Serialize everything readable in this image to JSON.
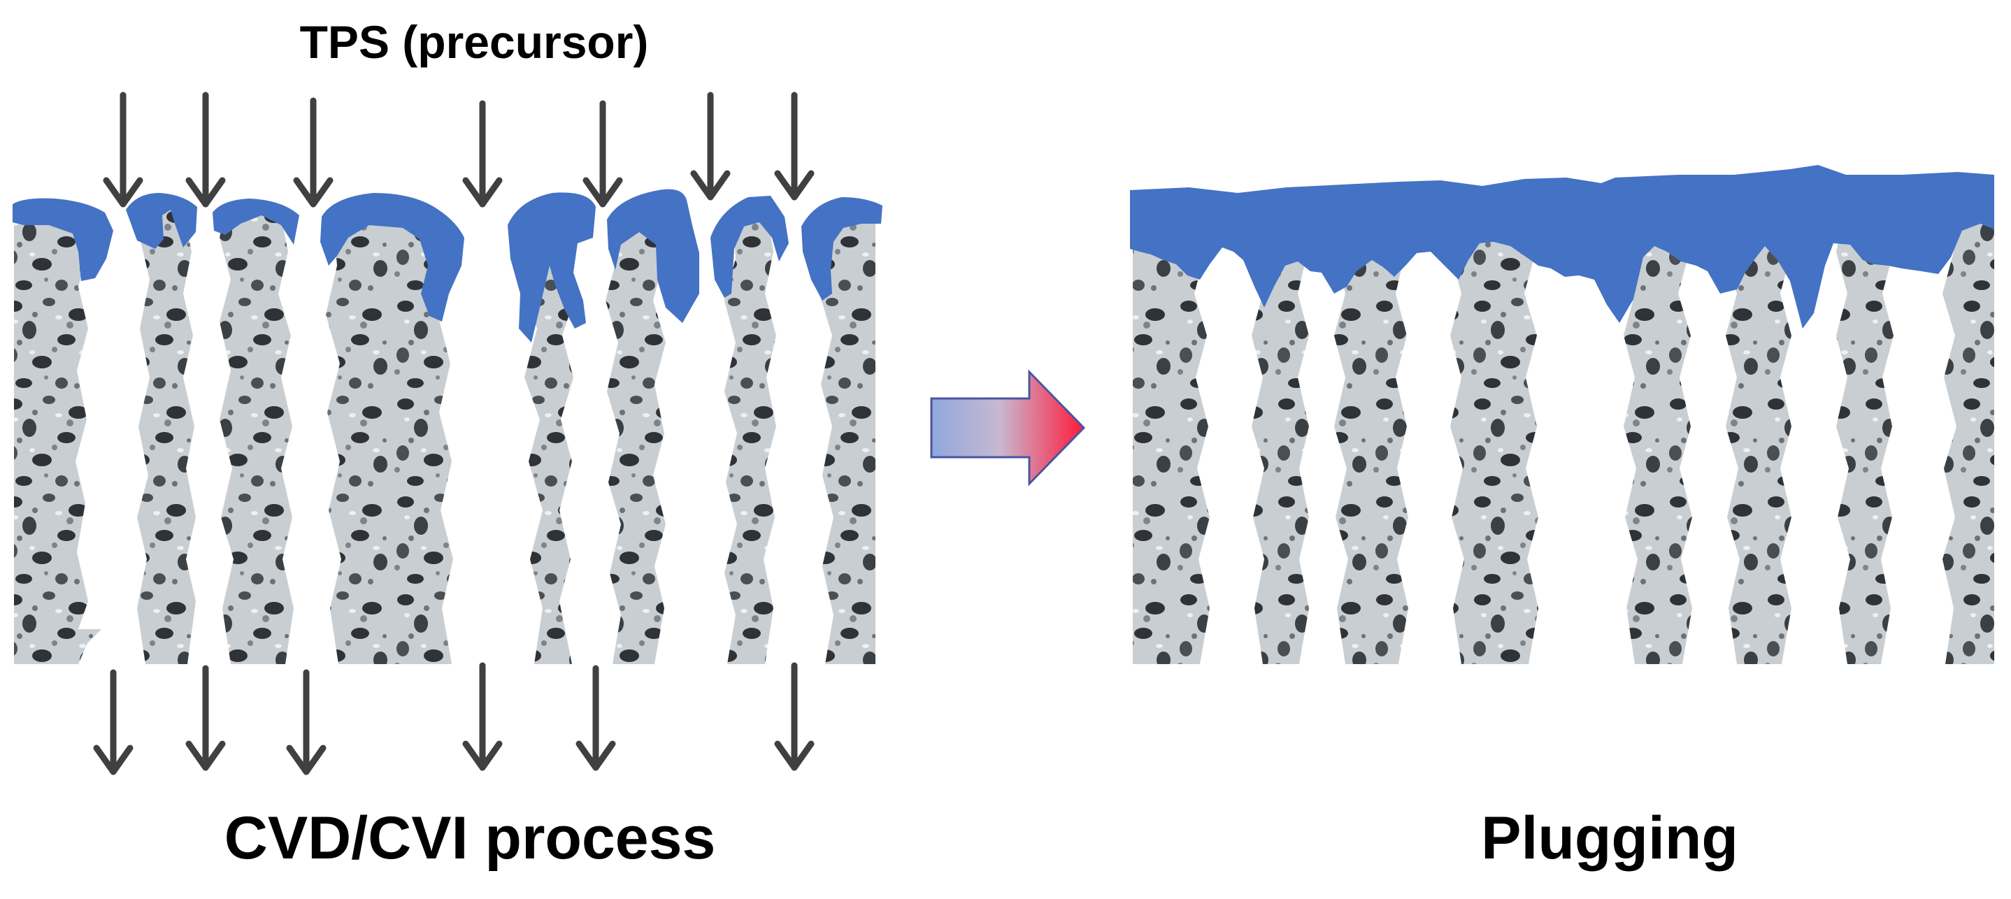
{
  "labels": {
    "precursor": "TPS (precursor)",
    "process": "CVD/CVI process",
    "result": "Plugging"
  },
  "colors": {
    "deposit": "#4472c4",
    "arrow": "#404040",
    "fiber_light": "#c9ced2",
    "fiber_dark": "#2f3337",
    "transition_arrow_start": "#8fa8dc",
    "transition_arrow_end": "#ff1a3a",
    "transition_arrow_border": "#4a55a0"
  },
  "icons": {
    "flow_in": "arrow-down-icon",
    "flow_out": "arrow-down-icon",
    "transition": "right-arrow-icon"
  }
}
